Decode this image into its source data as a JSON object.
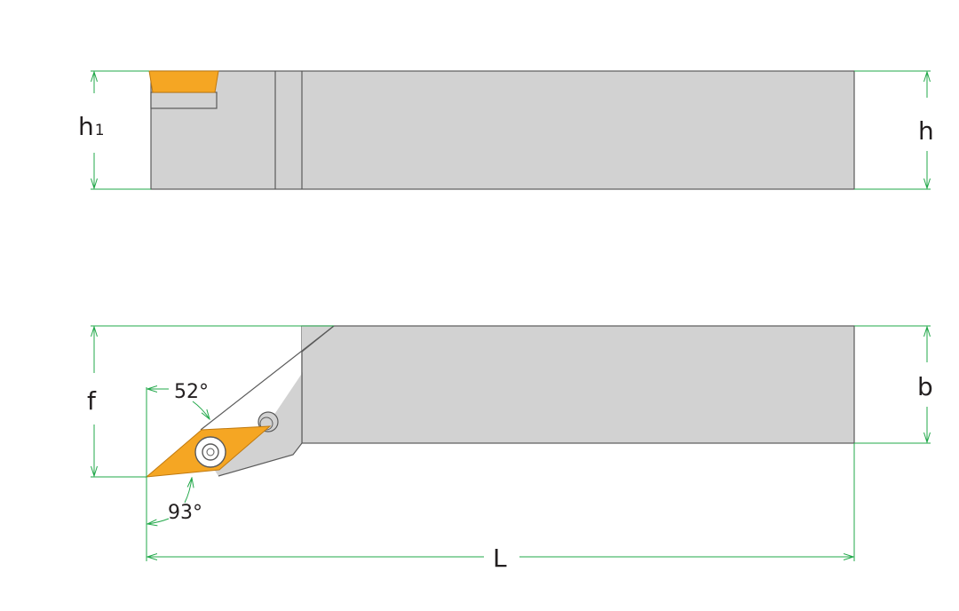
{
  "colors": {
    "body": "#d2d2d2",
    "outline": "#5a5a5a",
    "insert": "#f5a623",
    "insert_dark": "#c07a10",
    "dimension": "#22a84a",
    "text": "#231f20"
  },
  "labels": {
    "h1_main": "h",
    "h1_sub": "1",
    "h": "h",
    "f": "f",
    "b": "b",
    "L": "L",
    "angle_52": "52°",
    "angle_93": "93°"
  }
}
